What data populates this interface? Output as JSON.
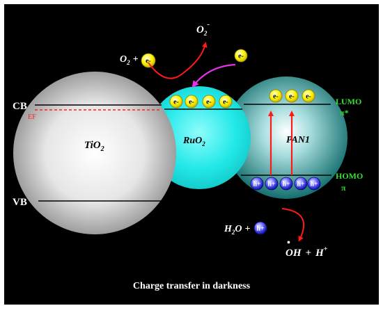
{
  "colors": {
    "background": "#000000",
    "frame": "#ffffff",
    "tio2_sphere": "#d9d9d9",
    "ruo2_sphere": "#1fe6e6",
    "pani_sphere": "#2a8c8c",
    "electron": "#f2e600",
    "hole": "#2020c8",
    "arrow_red": "#ff1a1a",
    "arrow_magenta": "#e632e6",
    "fermi_level": "#ff2020",
    "green_label": "#33e033",
    "text": "#ffffff"
  },
  "labels": {
    "cb": "CB",
    "vb": "VB",
    "ef": "EF",
    "tio2_main": "TiO",
    "tio2_sub": "2",
    "ruo2_main": "RuO",
    "ruo2_sub": "2",
    "pani": "PAN1",
    "lumo": "LUMO",
    "pi_star": "π*",
    "homo": "HOMO",
    "pi": "π",
    "o2_main": "O",
    "o2_sub": "2",
    "plus": "+",
    "superoxide_main": "O",
    "superoxide_sub": "2",
    "superoxide_sup": "-",
    "h2o_h": "H",
    "h2o_sub": "2",
    "h2o_o": "O",
    "oh_text": "OH",
    "radical_dot": "•",
    "h_plus_main": "H",
    "h_plus_sup": "+",
    "caption": "Charge transfer in darkness"
  },
  "particles": {
    "electron_label": "e-",
    "hole_label": "h+"
  },
  "icons": {
    "electron": "electron-circle-icon",
    "hole": "hole-circle-icon"
  }
}
